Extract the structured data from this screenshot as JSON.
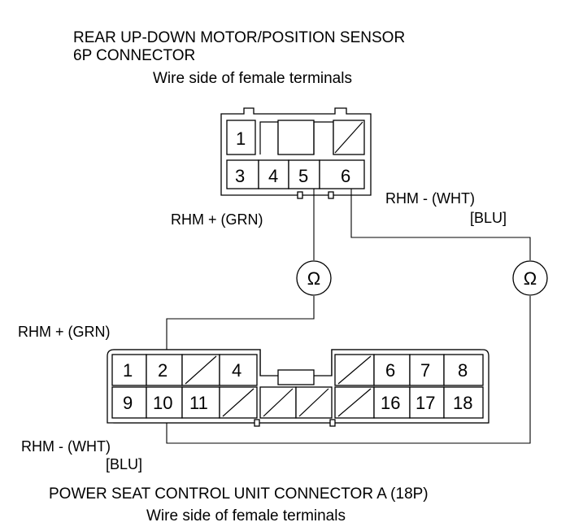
{
  "top_connector": {
    "title_line1": "REAR UP-DOWN MOTOR/POSITION SENSOR",
    "title_line2": "6P CONNECTOR",
    "subtitle": "Wire side of female terminals",
    "row1": [
      "1",
      "",
      "",
      ""
    ],
    "row2": [
      "3",
      "4",
      "5",
      "6"
    ]
  },
  "bottom_connector": {
    "title": "POWER SEAT CONTROL UNIT CONNECTOR A (18P)",
    "subtitle": "Wire side of female terminals",
    "row1_left": [
      "1",
      "2",
      "",
      "4"
    ],
    "row1_right": [
      "",
      "6",
      "7",
      "8"
    ],
    "row2_left": [
      "9",
      "10",
      "11",
      ""
    ],
    "row2_right": [
      "",
      "16",
      "17",
      "18"
    ]
  },
  "wire_labels": {
    "rhm_plus_top": "RHM +  (GRN)",
    "rhm_minus_top": "RHM -   (WHT)",
    "rhm_minus_top_alt": "[BLU]",
    "rhm_plus_bottom": "RHM +  (GRN)",
    "rhm_minus_bottom": "RHM -   (WHT)",
    "rhm_minus_bottom_alt": "[BLU]"
  },
  "meters": {
    "symbol": "Ω",
    "icon": "ohmmeter-icon"
  }
}
